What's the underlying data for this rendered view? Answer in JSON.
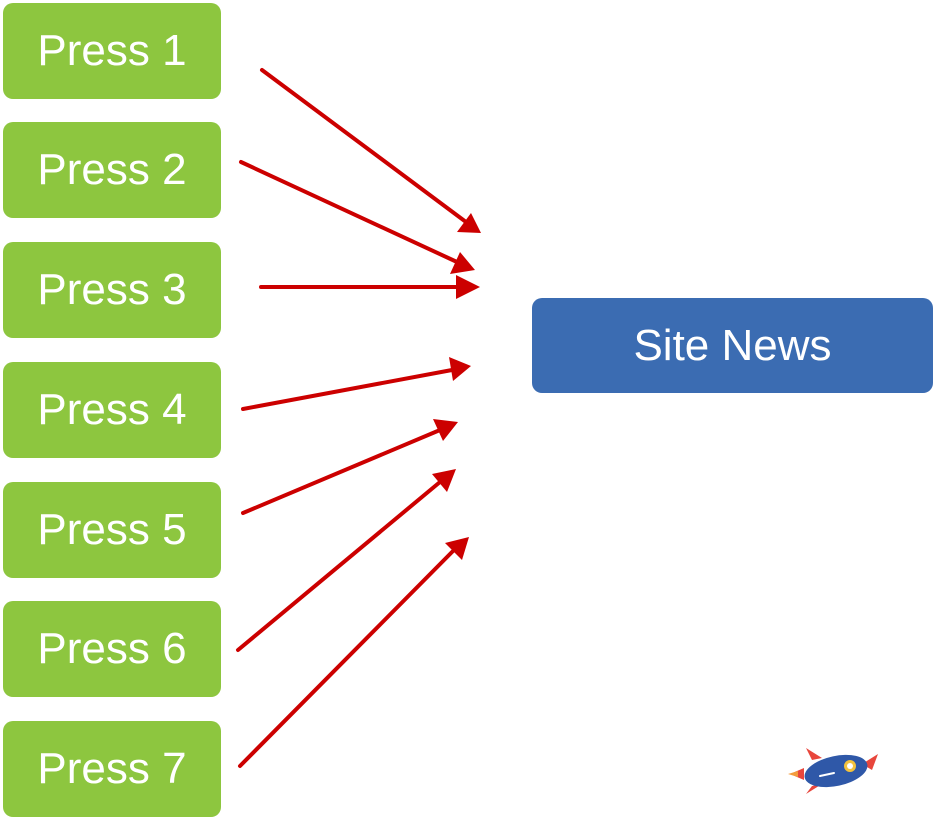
{
  "sources": [
    {
      "id": "press-1",
      "label": "Press 1"
    },
    {
      "id": "press-2",
      "label": "Press 2"
    },
    {
      "id": "press-3",
      "label": "Press 3"
    },
    {
      "id": "press-4",
      "label": "Press 4"
    },
    {
      "id": "press-5",
      "label": "Press 5"
    },
    {
      "id": "press-6",
      "label": "Press 6"
    },
    {
      "id": "press-7",
      "label": "Press 7"
    }
  ],
  "target": {
    "label": "Site News"
  },
  "colors": {
    "source_box": "#8dc63f",
    "target_box": "#3b6cb2",
    "arrow": "#cc0000",
    "text": "#ffffff"
  },
  "icons": {
    "logo": "rocket-icon"
  }
}
